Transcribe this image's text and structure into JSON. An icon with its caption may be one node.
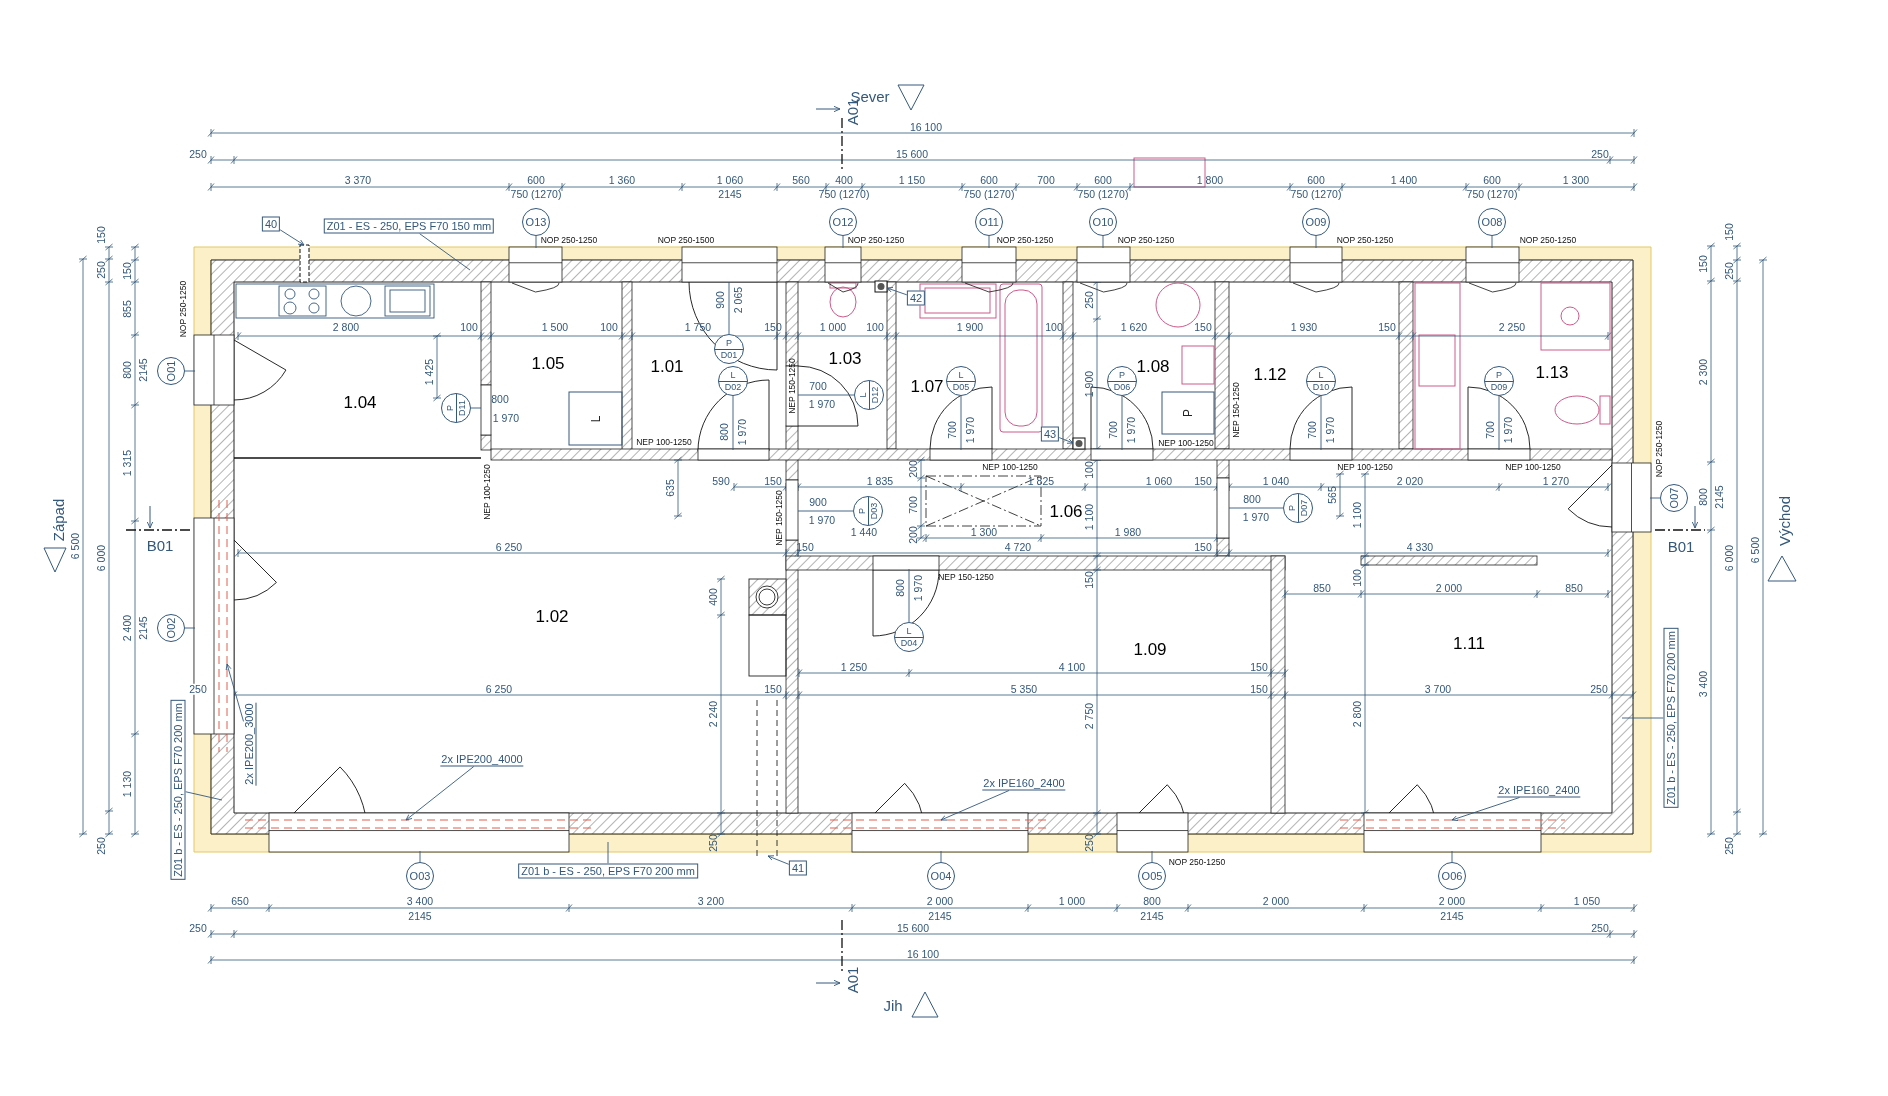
{
  "diagram": {
    "nodes": [
      {
        "text": [
          "1.04"
        ]
      },
      {
        "text": [
          "1.05"
        ]
      },
      {
        "text": [
          "1.01"
        ]
      },
      {
        "text": [
          "1.03"
        ]
      },
      {
        "text": [
          "1.07"
        ]
      },
      {
        "text": [
          "1.08"
        ]
      },
      {
        "text": [
          "1.12"
        ]
      },
      {
        "text": [
          "1.13"
        ]
      },
      {
        "text": [
          "1.02"
        ]
      },
      {
        "text": [
          "1.06"
        ]
      },
      {
        "text": [
          "1.09"
        ]
      },
      {
        "text": [
          "1.11"
        ]
      },
      {
        "text": [
          "O13"
        ]
      },
      {
        "text": [
          "O12"
        ]
      },
      {
        "text": [
          "O11"
        ]
      },
      {
        "text": [
          "O10"
        ]
      },
      {
        "text": [
          "O09"
        ]
      },
      {
        "text": [
          "O08"
        ]
      },
      {
        "text": [
          "O01"
        ]
      },
      {
        "text": [
          "O02"
        ]
      },
      {
        "text": [
          "O07"
        ]
      },
      {
        "text": [
          "O03"
        ]
      },
      {
        "text": [
          "O04"
        ]
      },
      {
        "text": [
          "O05"
        ]
      },
      {
        "text": [
          "O06"
        ]
      },
      {
        "text": [
          "P",
          "D01"
        ]
      },
      {
        "text": [
          "L",
          "D02"
        ]
      },
      {
        "text": [
          "L",
          "D12"
        ]
      },
      {
        "text": [
          "L",
          "D05"
        ]
      },
      {
        "text": [
          "P",
          "D06"
        ]
      },
      {
        "text": [
          "L",
          "D10"
        ]
      },
      {
        "text": [
          "P",
          "D09"
        ]
      },
      {
        "text": [
          "P",
          "D11"
        ]
      },
      {
        "text": [
          "P",
          "D03"
        ]
      },
      {
        "text": [
          "P",
          "D07"
        ]
      },
      {
        "text": [
          "L",
          "D04"
        ]
      },
      {
        "text": [
          "40"
        ]
      },
      {
        "text": [
          "Z01 - ES - 250, EPS F70 150 mm"
        ]
      },
      {
        "text": [
          "42"
        ]
      },
      {
        "text": [
          "43"
        ]
      },
      {
        "text": [
          "Z01 b - ES - 250, EPS F70 200 mm"
        ]
      },
      {
        "text": [
          "2x IPE200_3000"
        ]
      },
      {
        "text": [
          "2x IPE200_4000"
        ]
      },
      {
        "text": [
          "41"
        ]
      },
      {
        "text": [
          "Z01 b - ES - 250, EPS F70 200 mm"
        ]
      },
      {
        "text": [
          "2x IPE160_2400"
        ]
      },
      {
        "text": [
          "2x IPE160_2400"
        ]
      },
      {
        "text": [
          "Z01 b - ES - 250, EPS F70 200 mm"
        ]
      },
      {
        "text": [],
        "shape": "window"
      },
      {
        "text": [],
        "shape": "window"
      },
      {
        "text": [],
        "shape": "window"
      },
      {
        "text": [],
        "shape": "window"
      },
      {
        "text": [],
        "shape": "window"
      },
      {
        "text": [],
        "shape": "window"
      },
      {
        "text": [],
        "shape": "window"
      },
      {
        "text": [],
        "shape": "window"
      },
      {
        "text": [],
        "shape": "window"
      },
      {
        "text": [],
        "shape": "window"
      },
      {
        "text": [],
        "shape": "window"
      },
      {
        "text": [],
        "shape": "window"
      },
      {
        "text": [],
        "shape": "window"
      },
      {
        "text": [],
        "shape": "door"
      },
      {
        "text": [],
        "shape": "door"
      },
      {
        "text": [],
        "shape": "door"
      },
      {
        "text": [],
        "shape": "door"
      },
      {
        "text": [],
        "shape": "door"
      },
      {
        "text": [],
        "shape": "door"
      },
      {
        "text": [],
        "shape": "door"
      },
      {
        "text": [],
        "shape": "door"
      },
      {
        "text": [],
        "shape": "pipe"
      },
      {
        "text": [],
        "shape": "pipe"
      },
      {
        "text": [],
        "shape": "chimney"
      },
      {
        "text": [],
        "shape": "pipe"
      },
      {
        "text": [],
        "shape": "beam"
      },
      {
        "text": [],
        "shape": "beam"
      },
      {
        "text": [],
        "shape": "beam"
      },
      {
        "text": [],
        "shape": "beam"
      },
      {
        "text": [],
        "shape": "door"
      },
      {
        "text": [],
        "shape": "door"
      },
      {
        "text": [],
        "shape": "door"
      }
    ],
    "edges": [
      {
        "from": 12,
        "to": 48,
        "arrow": "none"
      },
      {
        "from": 13,
        "to": 49,
        "arrow": "none"
      },
      {
        "from": 14,
        "to": 50,
        "arrow": "none"
      },
      {
        "from": 15,
        "to": 51,
        "arrow": "none"
      },
      {
        "from": 16,
        "to": 52,
        "arrow": "none"
      },
      {
        "from": 17,
        "to": 53,
        "arrow": "none"
      },
      {
        "from": 18,
        "to": 54,
        "arrow": "none"
      },
      {
        "from": 19,
        "to": 55,
        "arrow": "none"
      },
      {
        "from": 20,
        "to": 56,
        "arrow": "none"
      },
      {
        "from": 21,
        "to": 57,
        "arrow": "none"
      },
      {
        "from": 22,
        "to": 58,
        "arrow": "none"
      },
      {
        "from": 23,
        "to": 59,
        "arrow": "none"
      },
      {
        "from": 24,
        "to": 60,
        "arrow": "none"
      },
      {
        "from": 25,
        "to": 61,
        "arrow": "none"
      },
      {
        "from": 26,
        "to": 62,
        "arrow": "none"
      },
      {
        "from": 27,
        "to": 63,
        "arrow": "none"
      },
      {
        "from": 28,
        "to": 64,
        "arrow": "none"
      },
      {
        "from": 29,
        "to": 65,
        "arrow": "none"
      },
      {
        "from": 30,
        "to": 66,
        "arrow": "none"
      },
      {
        "from": 31,
        "to": 67,
        "arrow": "none"
      },
      {
        "from": 32,
        "to": 77,
        "arrow": "none"
      },
      {
        "from": 33,
        "to": 78,
        "arrow": "none"
      },
      {
        "from": 34,
        "to": 79,
        "arrow": "none"
      },
      {
        "from": 35,
        "to": 68,
        "arrow": "none"
      },
      {
        "from": 36,
        "to": 72,
        "arrow": "to"
      },
      {
        "from": 37,
        "to": null,
        "arrow": "none"
      },
      {
        "from": 38,
        "to": 69,
        "arrow": "to"
      },
      {
        "from": 39,
        "to": 70,
        "arrow": "to"
      },
      {
        "from": 40,
        "to": null,
        "arrow": "none"
      },
      {
        "from": 41,
        "to": 73,
        "arrow": "to"
      },
      {
        "from": 42,
        "to": 74,
        "arrow": "to"
      },
      {
        "from": 43,
        "to": 71,
        "arrow": "to"
      },
      {
        "from": 44,
        "to": null,
        "arrow": "none"
      },
      {
        "from": 45,
        "to": 75,
        "arrow": "to"
      },
      {
        "from": 46,
        "to": 76,
        "arrow": "to"
      },
      {
        "from": 47,
        "to": null,
        "arrow": "none"
      }
    ],
    "labels": [
      "Sever",
      "A01",
      "16 100",
      "250",
      "15 600",
      "250",
      "3 370",
      "600",
      "750 (1270)",
      "1 360",
      "1 060",
      "2145",
      "560",
      "400",
      "750 (1270)",
      "1 150",
      "600",
      "750 (1270)",
      "700",
      "600",
      "750 (1270)",
      "1 800",
      "600",
      "750 (1270)",
      "1 400",
      "600",
      "750 (1270)",
      "1 300",
      "NOP 250-1250",
      "NOP 250-1500",
      "NOP 250-1250",
      "NOP 250-1250",
      "NOP 250-1250",
      "NOP 250-1250",
      "NOP 250-1250",
      "6 500",
      "150",
      "250",
      "6 000",
      "250",
      "150",
      "855",
      "800",
      "2145",
      "1 315",
      "2 400",
      "2145",
      "1 130",
      "Západ",
      "B01",
      "150",
      "150",
      "250",
      "2 300",
      "800",
      "2145",
      "6 000",
      "6 500",
      "3 400",
      "250",
      "Východ",
      "B01",
      "NOP 250-1250",
      "2 800",
      "100",
      "1 500",
      "100",
      "1 750",
      "150",
      "1 000",
      "100",
      "1 900",
      "100",
      "1 620",
      "150",
      "1 930",
      "150",
      "2 250",
      "1 425",
      "250",
      "1 900",
      "L",
      "P",
      "NEP 100-1250",
      "NEP 100-1250",
      "NEP 150-1250",
      "NEP 100-1250",
      "NEP 100-1250",
      "NEP 150-1250",
      "NEP 100-1250",
      "NEP 100-1250",
      "NOP 250-1250",
      "NEP 150-1250",
      "635",
      "590",
      "150",
      "1 835",
      "200",
      "1 825",
      "100",
      "1 060",
      "150",
      "1 040",
      "2 020",
      "1 270",
      "565",
      "1 100",
      "700",
      "1 100",
      "1 440",
      "1 300",
      "1 980",
      "200",
      "6 250",
      "150",
      "4 720",
      "150",
      "4 330",
      "NEP 150-1250",
      "150",
      "100",
      "850",
      "2 000",
      "850",
      "400",
      "1 250",
      "4 100",
      "150",
      "250",
      "6 250",
      "150",
      "5 350",
      "150",
      "3 700",
      "250",
      "2 240",
      "2 750",
      "2 800",
      "250",
      "250",
      "NOP 250-1250",
      "650",
      "3 400",
      "2145",
      "3 200",
      "2 000",
      "2145",
      "1 000",
      "800",
      "2145",
      "2 000",
      "2 000",
      "2145",
      "1 050",
      "250",
      "15 600",
      "250",
      "16 100",
      "A01",
      "Jih",
      "900",
      "2 065",
      "800",
      "1 970",
      "700",
      "1 970",
      "700",
      "1 970",
      "700",
      "1 970",
      "700",
      "1 970",
      "700",
      "1 970",
      "800",
      "1 970",
      "900",
      "1 970",
      "800",
      "1 970",
      "800",
      "1 970"
    ]
  }
}
